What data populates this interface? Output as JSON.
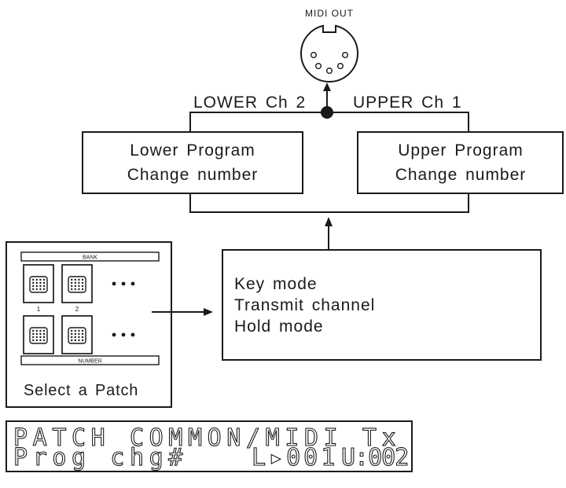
{
  "diagram": {
    "midi_out_label": "MIDI OUT",
    "lower_channel_label": "LOWER Ch 2",
    "upper_channel_label": "UPPER Ch 1",
    "lower_box": {
      "line1": "Lower Program",
      "line2": "Change number"
    },
    "upper_box": {
      "line1": "Upper Program",
      "line2": "Change number"
    },
    "params_box": {
      "lines": [
        "Key mode",
        "Transmit channel",
        "Hold mode"
      ]
    },
    "patch_panel": {
      "bank_label": "BANK",
      "number_label": "NUMBER",
      "patch_numbers": [
        "1",
        "2"
      ],
      "caption": "Select a Patch"
    }
  },
  "lcd": {
    "line1": "PATCH COMMON/MIDI Tx",
    "line2_label": "Prog chg#",
    "line2_lower": "L▸001",
    "line2_upper": "U:002"
  },
  "colors": {
    "ink": "#1a1a1a",
    "background": "#ffffff"
  }
}
